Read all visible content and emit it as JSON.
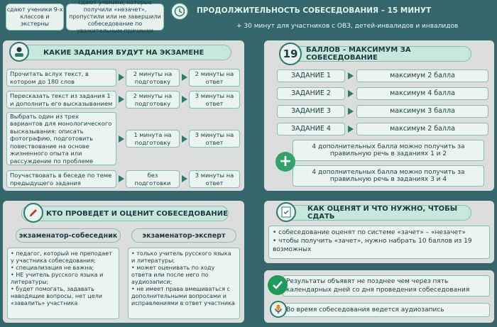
{
  "top": {
    "pill1": "сдают ученики 9-х классов и экстерны",
    "pill2": "сдают ученики, которые получили «незачет», пропустили или не завершили собеседование по уважительным причинам",
    "duration_title": "ПРОДОЛЖИТЕЛЬНОСТЬ СОБЕСЕДОВАНИЯ –  15 МИНУТ",
    "extra_time": "+ 30 минут для участников с ОВЗ, детей-инвалидов и инвалидов"
  },
  "tasks": {
    "title": "КАКИЕ ЗАДАНИЯ БУДУТ НА ЭКЗАМЕНЕ",
    "rows": [
      {
        "task": "Прочитать вслух текст, в котором до 180 слов",
        "prep": "2 минуты на подготовку",
        "answer": "2 минуты на ответ"
      },
      {
        "task": "Пересказать текст из задания 1 и дополнить его высказыванием",
        "prep": "2 минуты на подготовку",
        "answer": "3 минуты на ответ"
      },
      {
        "task": "Выбрать один из трех вариантов для монологического высказывания: описать фотографию, подготовить повествование на основе жизненного опыта или рассуждение по проблеме",
        "prep": "1 минута на подготовку",
        "answer": "3 минуты на ответ"
      },
      {
        "task": "Поучаствовать в беседе по теме предыдущего задания",
        "prep": "без подготовки",
        "answer": "3 минуты на ответ"
      }
    ]
  },
  "scores": {
    "number": "19",
    "title": "БАЛЛОВ – МАКСИМУМ ЗА СОБЕСЕДОВАНИЕ",
    "rows": [
      {
        "task": "ЗАДАНИЕ 1",
        "max": "максимум 2 балла"
      },
      {
        "task": "ЗАДАНИЕ 2",
        "max": "максимум 4 балла"
      },
      {
        "task": "ЗАДАНИЕ 3",
        "max": "максимум 3 балла"
      },
      {
        "task": "ЗАДАНИЕ 4",
        "max": "максимум 2 балла"
      }
    ],
    "bonus1": "4 дополнительных балла можно получить за правильную речь в заданиях 1 и 2",
    "bonus2": "4 дополнительных балла можно получить за правильную речь в заданиях 3 и 4",
    "plus": "+"
  },
  "examiners": {
    "title": "КТО ПРОВЕДЕТ И ОЦЕНИТ СОБЕСЕДОВАНИЕ",
    "left_title": "экзаменатор-собеседник",
    "left_items": [
      "педагог, который не преподает у участника собеседования;",
      "специализация не важна;",
      "НЕ учитель русского языка и литературы;",
      "будет помогать, задавать наводящие вопросы, нет цели «завалить» участника"
    ],
    "right_title": "экзаменатор-эксперт",
    "right_items": [
      "только учитель русского языка и литературы;",
      "может оценивать по ходу ответа или после него по аудиозаписи;",
      "не имеет права вмешиваться с дополнительными вопросами и исправлениями в ответ участника"
    ]
  },
  "grading": {
    "title": "КАК ОЦЕНЯТ И ЧТО НУЖНО, ЧТОБЫ СДАТЬ",
    "items": [
      "собеседование оценят по системе «зачет» – «незачет»",
      "чтобы получить «зачет», нужно набрать 10 баллов из 19 возможных"
    ]
  },
  "results": {
    "text": "Результаты объявят не позднее чем через пять календарных дней со дня проведения собеседования",
    "audio": "Во время собеседования ведется аудиозапись"
  },
  "colors": {
    "background": "#34666b",
    "accent": "#2e7a6e",
    "plus_green": "#2fa36b",
    "check_green": "#1f9a5a"
  }
}
